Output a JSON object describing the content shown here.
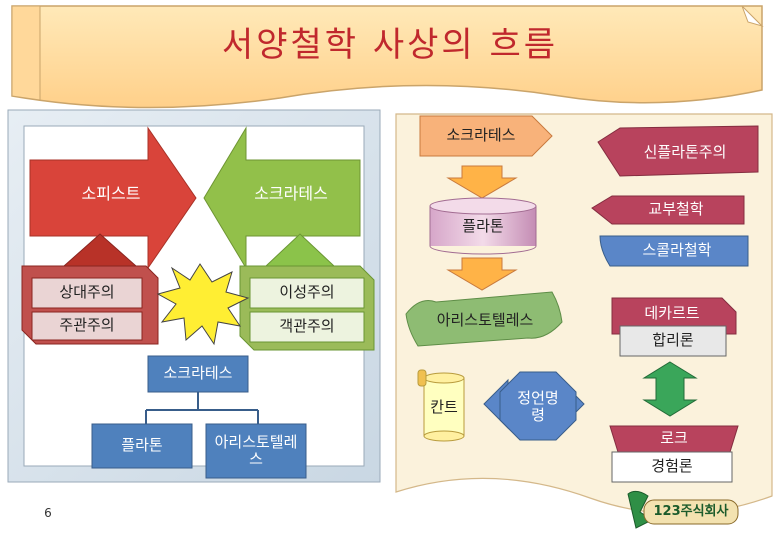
{
  "title": "서양철학 사상의 흐름",
  "page_number": "6",
  "logo_text": "123주식회사",
  "left_panel": {
    "sophist": "소피스트",
    "socrates": "소크라테스",
    "relativism": "상대주의",
    "subjectivism": "주관주의",
    "rationalism": "이성주의",
    "objectivism": "객관주의"
  },
  "lineage": {
    "root": "소크라테스",
    "plato": "플라톤",
    "aristotle": "아리스토텔레스"
  },
  "right_panel": {
    "socrates": "소크라테스",
    "plato": "플라톤",
    "aristotle": "아리스토텔레스",
    "kant": "칸트",
    "imperative": "정언명령",
    "neoplatonism": "신플라톤주의",
    "patristic": "교부철학",
    "scholastic": "스콜라철학",
    "descartes": "데카르트",
    "rationalism": "합리론",
    "locke": "로크",
    "empiricism": "경험론"
  },
  "colors": {
    "title": "#c0282d",
    "red": "#c0504d",
    "green": "#9bbb59",
    "orange": "#f79646",
    "blue": "#4f81bd",
    "beige": "#ffe0a6",
    "scroll": "#ffffc0"
  }
}
